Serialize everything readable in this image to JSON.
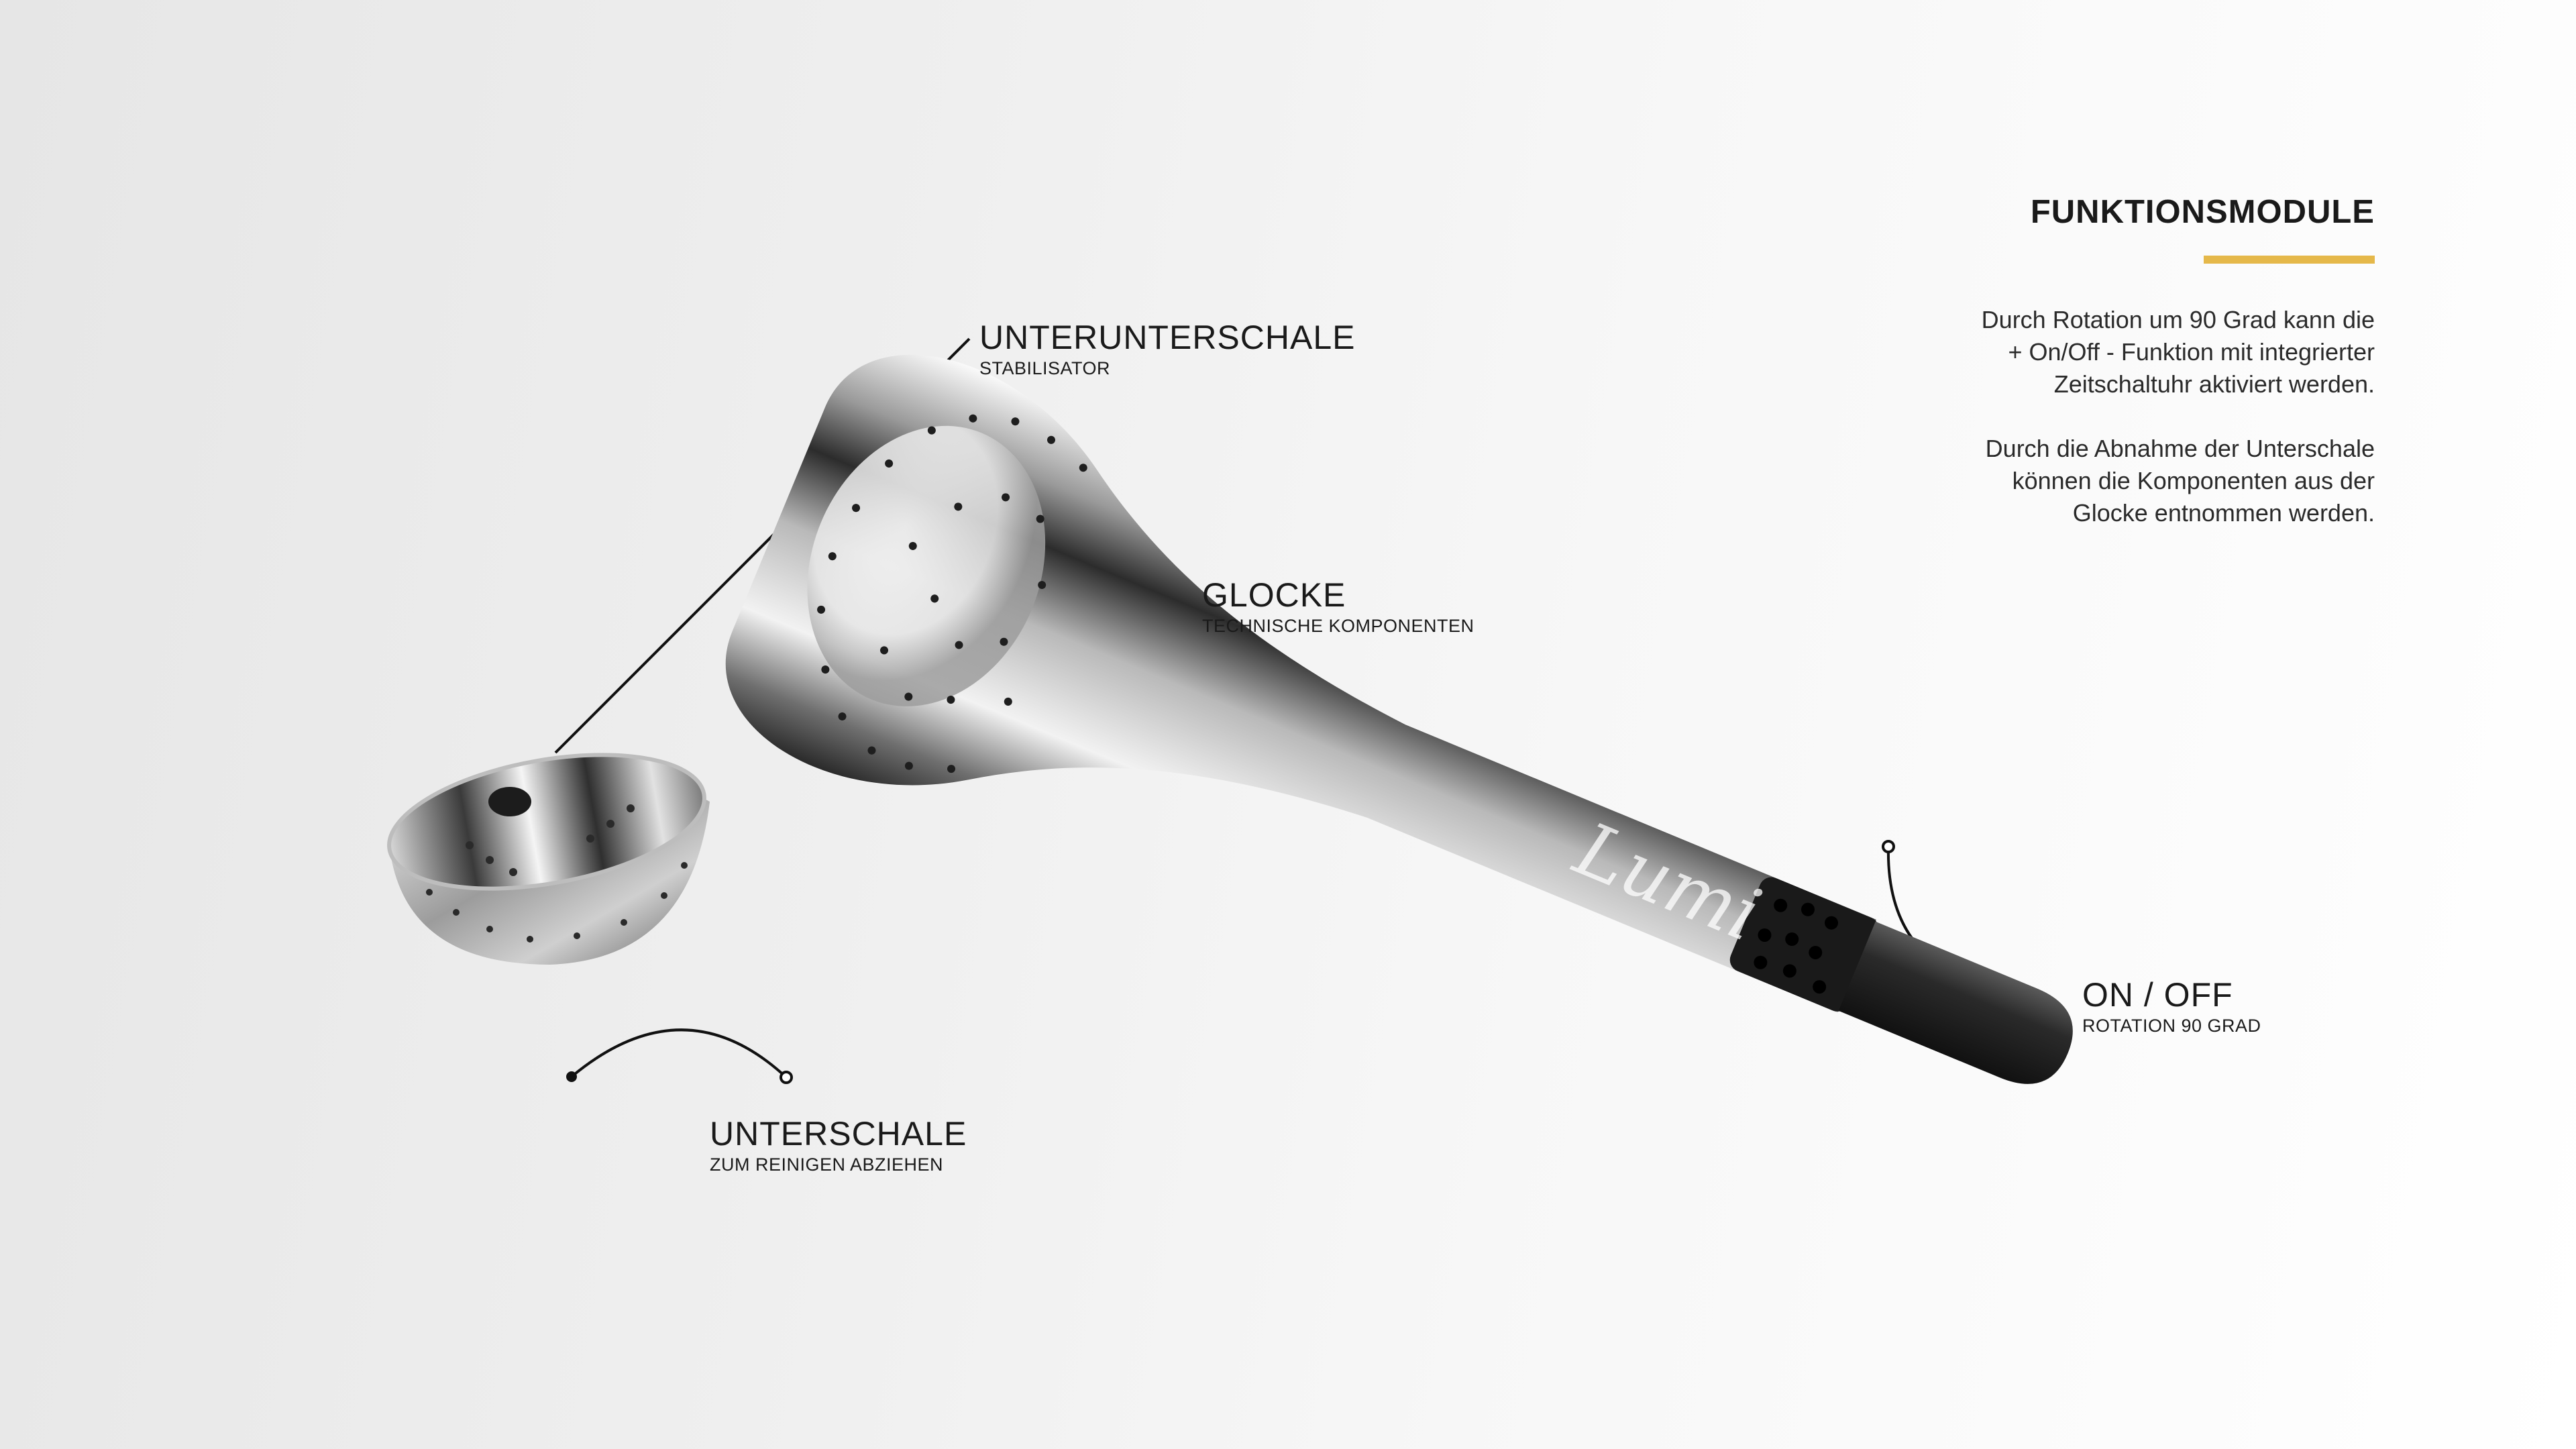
{
  "info": {
    "title": "FUNKTIONSMODULE",
    "accent_color": "#e5b84a",
    "paragraph_1_lines": [
      "Durch Rotation um 90 Grad kann die",
      "+ On/Off - Funktion mit integrierter",
      "Zeitschaltuhr aktiviert werden."
    ],
    "paragraph_2_lines": [
      "Durch die Abnahme der Unterschale",
      "können die Komponenten aus der",
      "Glocke entnommen werden."
    ]
  },
  "labels": {
    "unterunterschale": {
      "title": "UNTERUNTERSCHALE",
      "sub": "STABILISATOR"
    },
    "glocke": {
      "title": "GLOCKE",
      "sub": "TECHNISCHE KOMPONENTEN"
    },
    "unterschale": {
      "title": "UNTERSCHALE",
      "sub": "ZUM REINIGEN ABZIEHEN"
    },
    "onoff": {
      "title": "ON / OFF",
      "sub": "ROTATION 90 GRAD"
    }
  },
  "product": {
    "brand_mark": "Lumi"
  }
}
